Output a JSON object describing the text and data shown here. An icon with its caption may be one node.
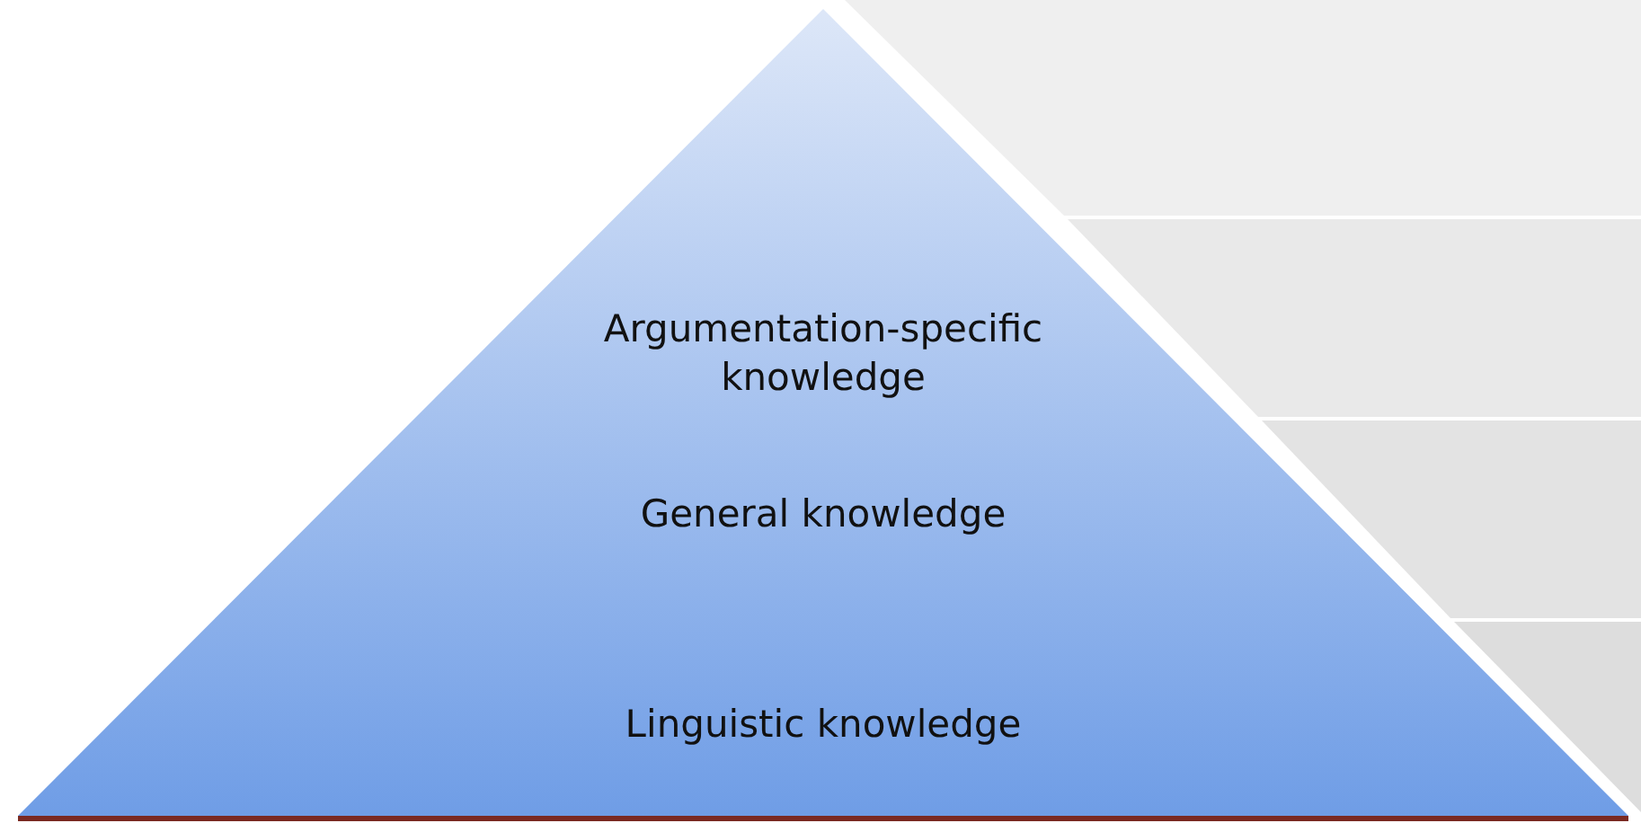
{
  "diagram": {
    "nodes": [
      {
        "text": [
          "Argumentation-specific knowledge",
          "General knowledge",
          "Linguistic knowledge"
        ]
      }
    ]
  }
}
